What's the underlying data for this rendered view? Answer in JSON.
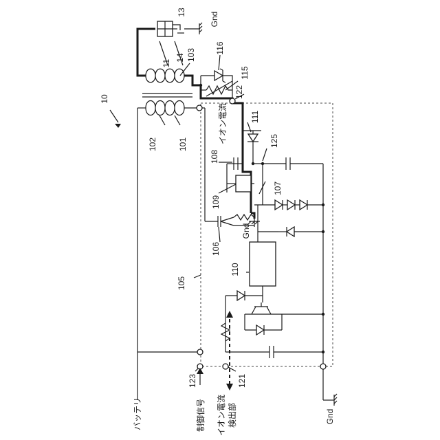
{
  "labels": {
    "system": "10",
    "primary_coil": "102",
    "ignition_coil": "101",
    "secondary_coil": "103",
    "core_rod": "14",
    "spark_plug_lead": "11",
    "spark_plug": "13",
    "gnd_top": "Gnd",
    "zener_diode": "116",
    "resistor_115": "115",
    "terminal_122": "122",
    "diode_111": "111",
    "ion_current_wire": "イオン電流",
    "node_125": "125",
    "capacitor_108": "108",
    "detector_109": "109",
    "node_107": "107",
    "gnd_mid": "Gnd",
    "igbt_106": "106",
    "control_ic": "110",
    "igniter_105": "105",
    "terminal_123": "123",
    "terminal_121": "121",
    "battery": "バッテリ",
    "control_signal": "制御信号",
    "ion_current_detector_line1": "イオン電流",
    "ion_current_detector_line2": "検出部",
    "gnd_bottom": "Gnd"
  }
}
